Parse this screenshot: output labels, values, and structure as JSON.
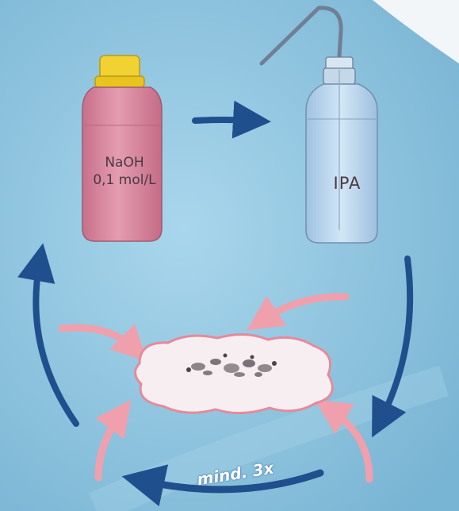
{
  "bottle_naoh": {
    "line1": "NaOH",
    "line2": "0,1 mol/L"
  },
  "bottle_ipa": {
    "label": "IPA"
  },
  "cycle": {
    "label": "mind. 3x"
  },
  "colors": {
    "background": "#8ec3dd",
    "naoh_bottle": "#d9869e",
    "naoh_cap": "#f2d233",
    "ipa_bottle": "#b9d6ee",
    "flow_arrow": "#1f4f8c",
    "pink_arrow": "#f0a0ac",
    "cloud_fill": "#f7eef1",
    "cloud_stroke": "#e58a9a"
  }
}
